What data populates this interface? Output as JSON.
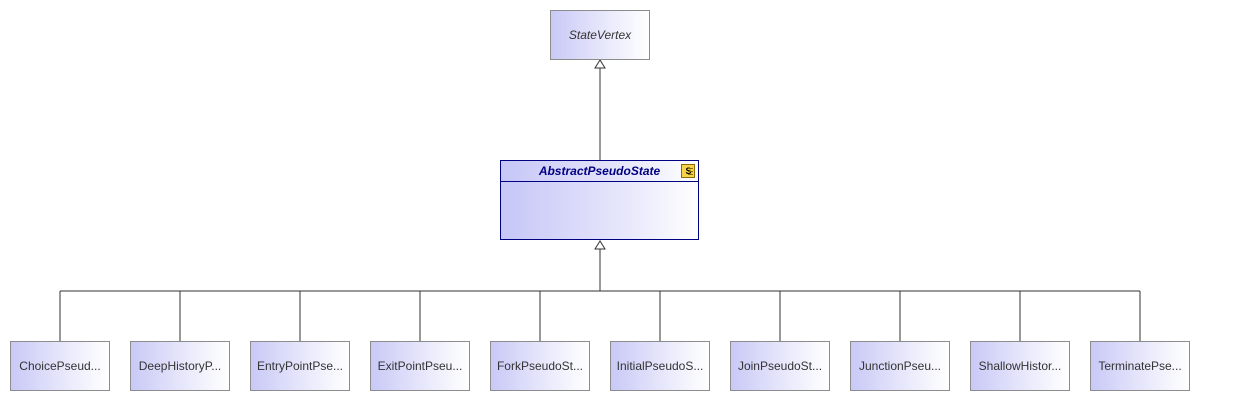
{
  "root": {
    "label": "StateVertex"
  },
  "parent": {
    "label": "AbstractPseudoState",
    "stereotype_icon": "S"
  },
  "children": [
    {
      "label": "ChoicePseud..."
    },
    {
      "label": "DeepHistoryP..."
    },
    {
      "label": "EntryPointPse..."
    },
    {
      "label": "ExitPointPseu..."
    },
    {
      "label": "ForkPseudoSt..."
    },
    {
      "label": "InitialPseudoS..."
    },
    {
      "label": "JoinPseudoSt..."
    },
    {
      "label": "JunctionPseu..."
    },
    {
      "label": "ShallowHistor..."
    },
    {
      "label": "TerminatePse..."
    }
  ],
  "colors": {
    "line": "#333333",
    "abstract_border": "#000080",
    "box_border": "#8c8c8c"
  }
}
